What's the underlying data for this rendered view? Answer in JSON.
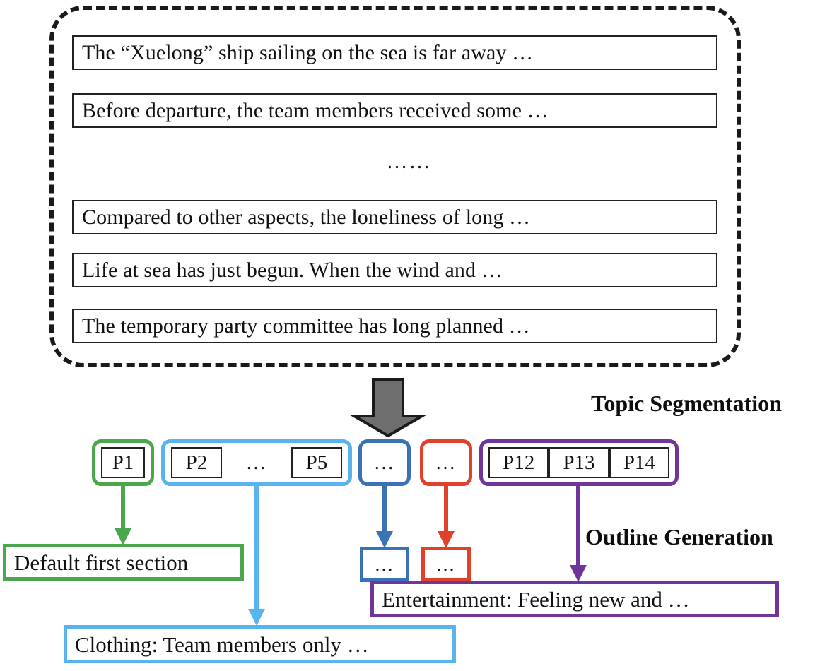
{
  "colors": {
    "green": "#4CA64C",
    "light_blue": "#57B4EE",
    "dark_blue": "#3A72B8",
    "red": "#E0412A",
    "purple": "#70359B",
    "gray_arrow_fill": "#6E6E6E",
    "gray_arrow_stroke": "#1A1A1A",
    "black": "#1A1A1A"
  },
  "source_panel": {
    "name": "document-paragraphs",
    "paragraphs": [
      "The “Xuelong” ship sailing on the sea is far away …",
      "Before departure, the team members received some …",
      "Compared to other aspects, the loneliness of long …",
      "Life at sea has just begun. When the wind and …",
      "The temporary party committee has long planned …"
    ],
    "ellipsis_between": "……"
  },
  "stage_labels": {
    "topic_segmentation": "Topic Segmentation",
    "outline_generation": "Outline Generation"
  },
  "segments": [
    {
      "id": "seg-green",
      "color": "#4CA64C",
      "items": [
        "P1"
      ],
      "ellipsis": false
    },
    {
      "id": "seg-light-blue",
      "color": "#57B4EE",
      "items": [
        "P2",
        "P5"
      ],
      "ellipsis": true,
      "ellipsis_text": "…"
    },
    {
      "id": "seg-dark-blue",
      "color": "#3A72B8",
      "items": [],
      "ellipsis": true,
      "ellipsis_text": "…"
    },
    {
      "id": "seg-red",
      "color": "#E0412A",
      "items": [],
      "ellipsis": true,
      "ellipsis_text": "…"
    },
    {
      "id": "seg-purple",
      "color": "#70359B",
      "items": [
        "P12",
        "P13",
        "P14"
      ],
      "ellipsis": false
    }
  ],
  "mini_boxes": [
    {
      "id": "mini-dark-blue",
      "color": "#3A72B8",
      "text": "…"
    },
    {
      "id": "mini-red",
      "color": "#E0412A",
      "text": "…"
    }
  ],
  "results": [
    {
      "id": "result-green",
      "color": "#4CA64C",
      "text": "Default first section"
    },
    {
      "id": "result-purple",
      "color": "#70359B",
      "text": "Entertainment: Feeling new and …"
    },
    {
      "id": "result-blue",
      "color": "#57B4EE",
      "text": "Clothing: Team members only …"
    }
  ]
}
